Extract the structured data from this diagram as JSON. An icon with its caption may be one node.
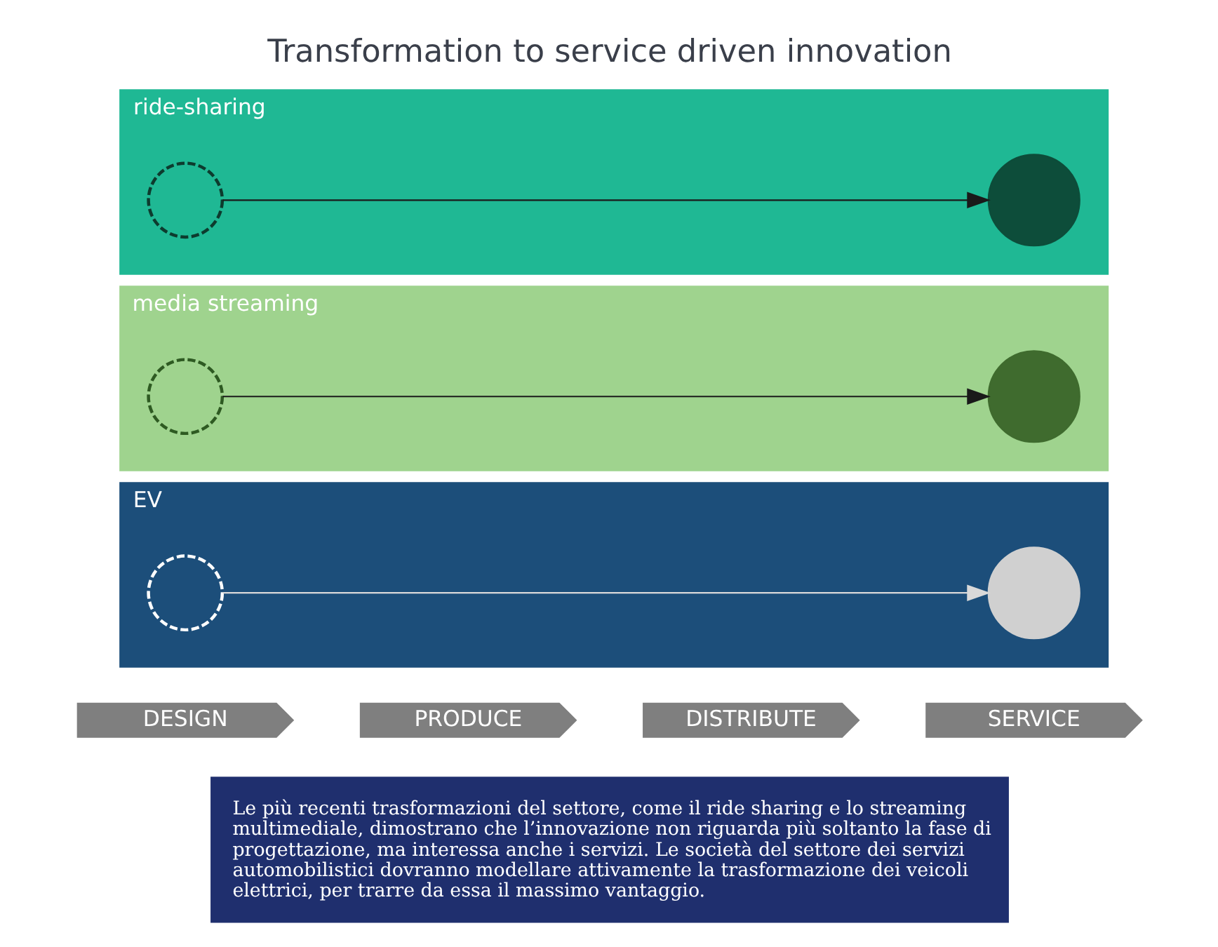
{
  "diagram": {
    "title": "Transformation to service driven innovation",
    "caption": "Le più recenti trasformazioni del settore, come il ride sharing e lo streaming multimediale, dimostrano che l’innovazione non riguarda più soltanto la fase di progettazione, ma interessa anche i servizi. Le società del settore dei servizi automobilistici dovranno modellare attivamente la trasformazione dei veicoli elettrici, per trarre da essa il massimo vantaggio.",
    "nodes": [
      {
        "text": [
          "ride-sharing"
        ]
      },
      {
        "text": [],
        "shape": "circle",
        "in": 0
      },
      {
        "text": [],
        "shape": "circle",
        "in": 0
      },
      {
        "text": [
          "media streaming"
        ]
      },
      {
        "text": [],
        "shape": "circle",
        "in": 3
      },
      {
        "text": [],
        "shape": "circle",
        "in": 3
      },
      {
        "text": [
          "EV"
        ]
      },
      {
        "text": [],
        "shape": "circle",
        "in": 6
      },
      {
        "text": [],
        "shape": "circle",
        "in": 6
      },
      {
        "text": [
          "DESIGN"
        ]
      },
      {
        "text": [
          "PRODUCE"
        ]
      },
      {
        "text": [
          "DISTRIBUTE"
        ]
      },
      {
        "text": [
          "SERVICE"
        ]
      }
    ],
    "edges": [
      {
        "from": 1,
        "to": 2,
        "arrow": "to"
      },
      {
        "from": 4,
        "to": 5,
        "arrow": "to"
      },
      {
        "from": 7,
        "to": 8,
        "arrow": "to",
        "color": "#d9d9d9"
      }
    ]
  }
}
